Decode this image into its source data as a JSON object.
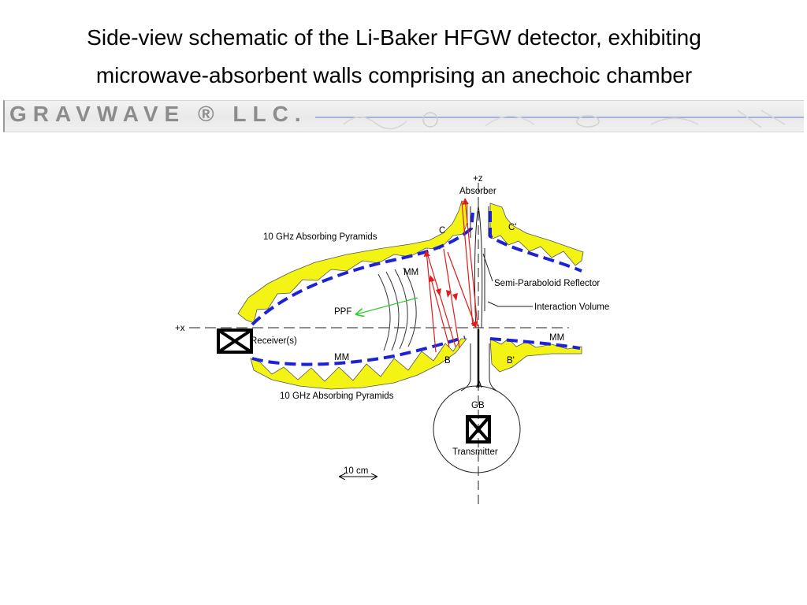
{
  "slide": {
    "title_lines": [
      "Side-view schematic of the Li-Baker HFGW detector, exhibiting",
      "microwave-absorbent walls comprising an anechoic chamber"
    ]
  },
  "banner": {
    "logo_text": "GRAVWAVE ® LLC."
  },
  "diagram": {
    "labels": {
      "plus_z": "+z",
      "absorber": "Absorber",
      "pyramids_upper": "10 GHz Absorbing Pyramids",
      "pyramids_lower": "10 GHz Absorbing Pyramids",
      "c": "C",
      "c_prime": "C'",
      "mm_upper": "MM",
      "mm_lower_left": "MM",
      "mm_lower_right": "MM",
      "semi_paraboloid_reflector": "Semi-Paraboloid Reflector",
      "interaction_volume": "Interaction Volume",
      "ppf": "PPF",
      "plus_x": "+x",
      "receivers": "Receiver(s)",
      "b": "B",
      "b_prime": "B'",
      "a": "A",
      "gb": "GB",
      "transmitter": "Transmitter",
      "scale": "10 cm"
    },
    "colors": {
      "absorber_fill": "#f4f414",
      "mm_dashes": "#1c22d8",
      "rays": "#e01b1b",
      "ppf_arrow": "#2ccc2c",
      "banner_text": "#8c8c8c",
      "banner_line": "#7f93d4"
    }
  }
}
